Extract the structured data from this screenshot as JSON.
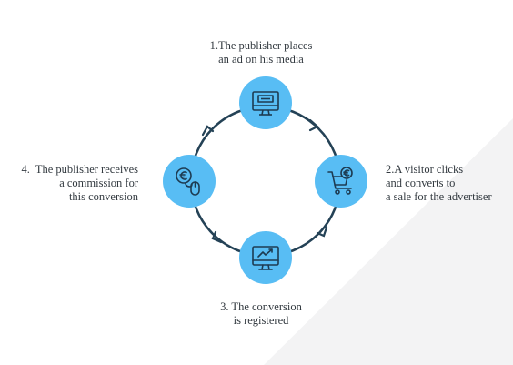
{
  "colors": {
    "circle_fill": "#58bdf4",
    "ring_stroke": "#244256",
    "icon_stroke": "#1d3b52",
    "background_shape": "#f3f3f4"
  },
  "steps": [
    {
      "icon": "monitor-ad-icon",
      "lines": [
        "1.The publisher places",
        "an ad on his media"
      ]
    },
    {
      "icon": "shopping-cart-euro-icon",
      "lines": [
        "2.A visitor clicks",
        "and converts to",
        "a sale for the advertiser"
      ]
    },
    {
      "icon": "monitor-chart-icon",
      "lines": [
        "3. The conversion",
        "is registered"
      ]
    },
    {
      "icon": "euro-coin-mouse-icon",
      "lines": [
        "4.  The publisher receives",
        "a commission for",
        "this conversion"
      ]
    }
  ]
}
